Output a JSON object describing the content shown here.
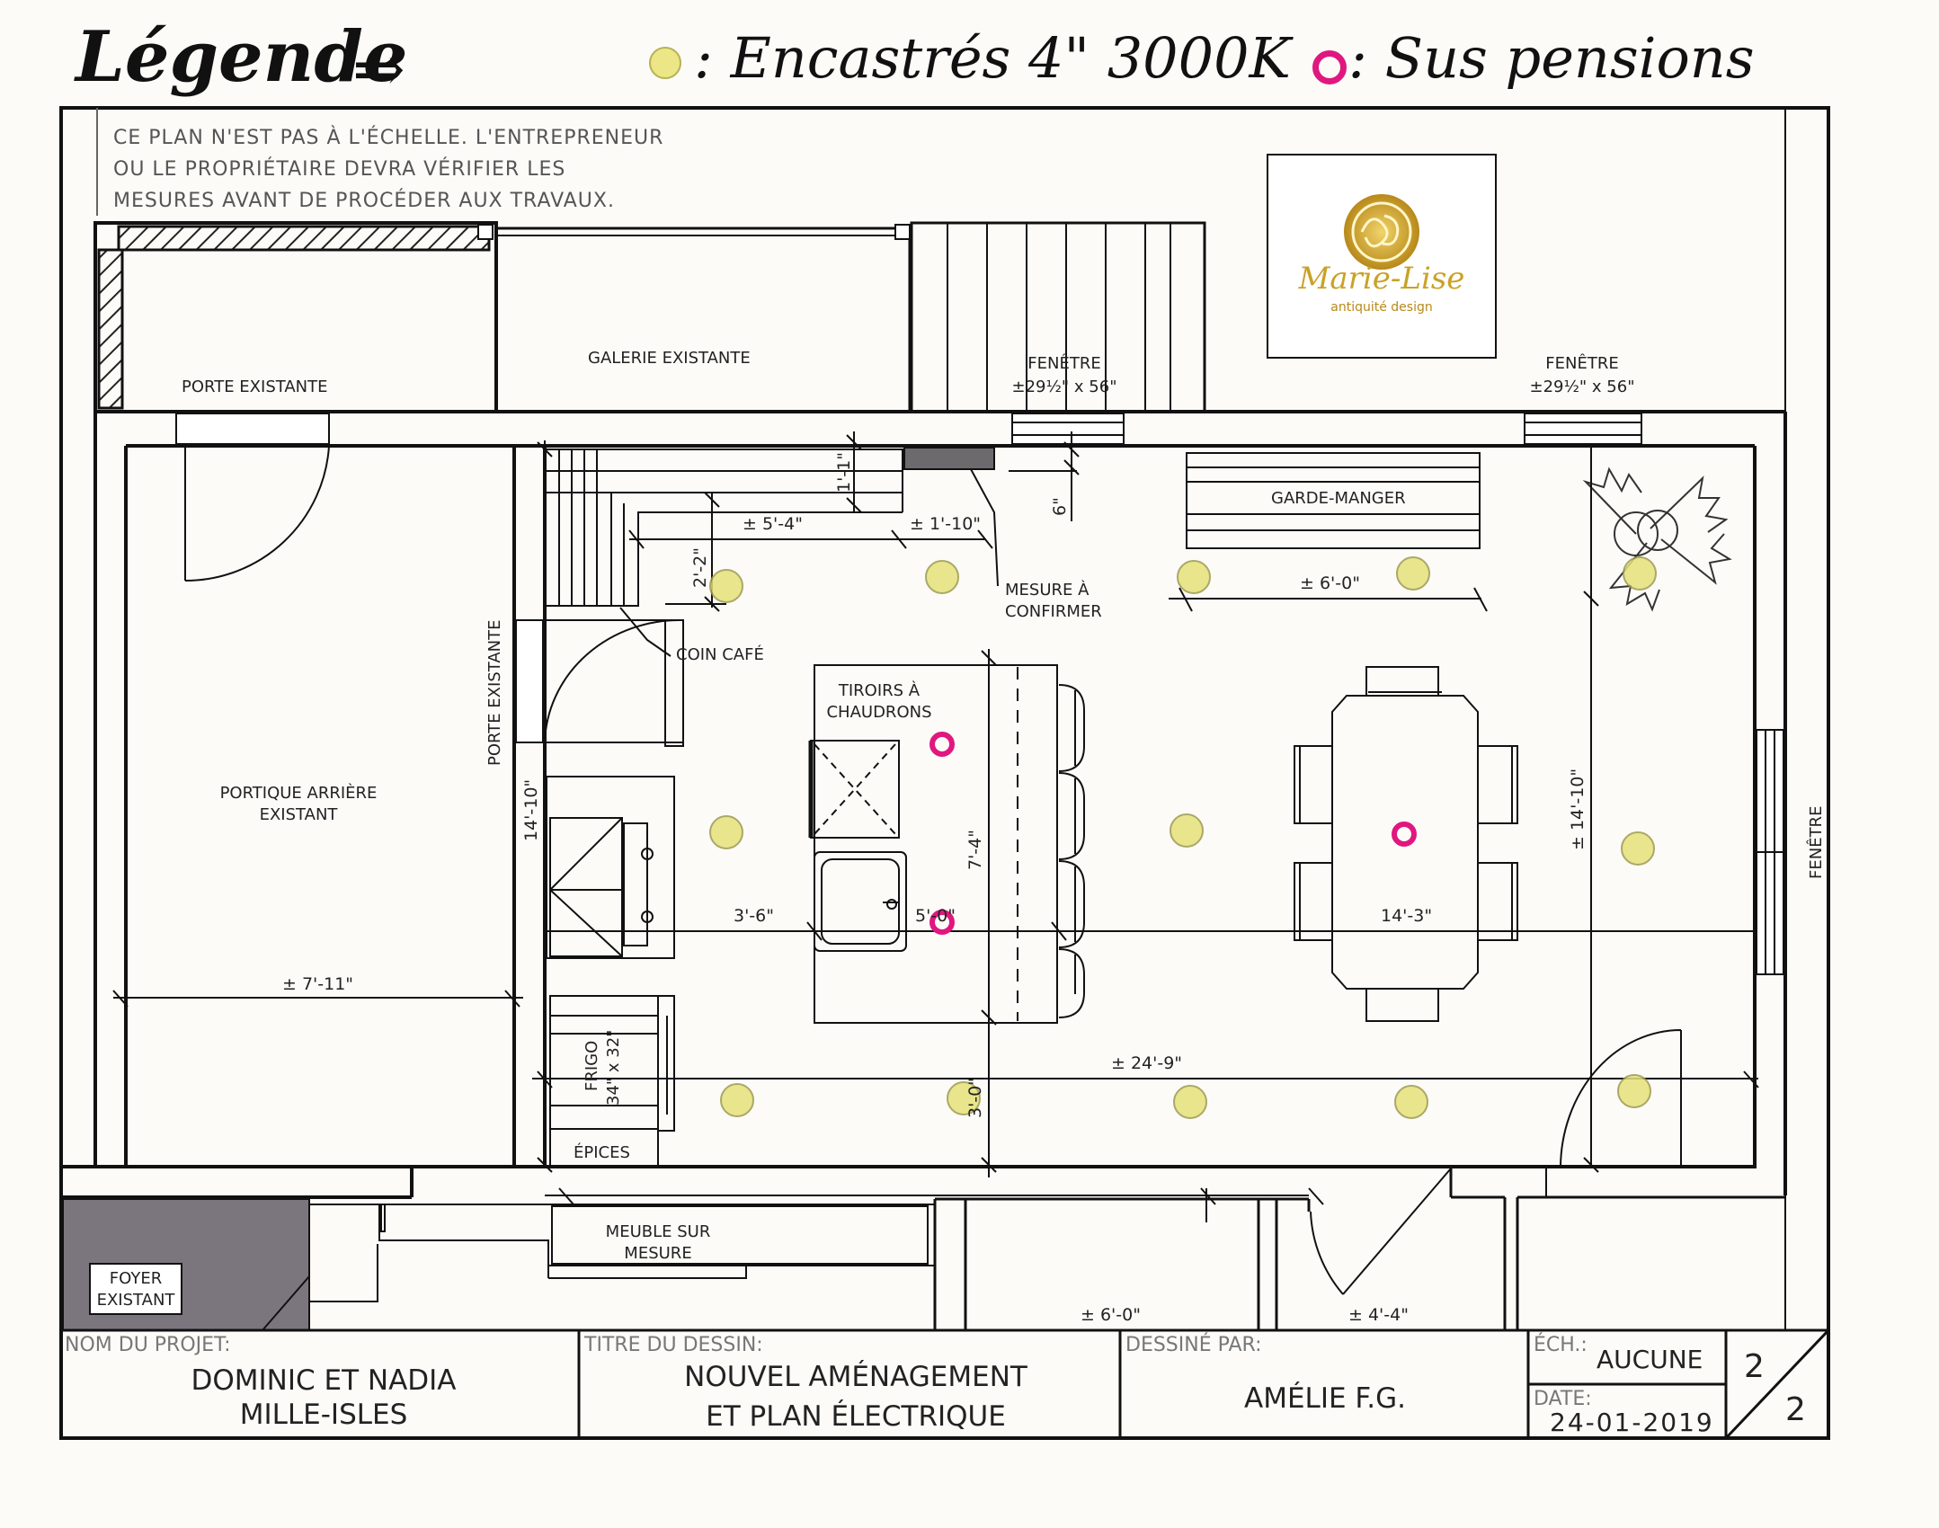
{
  "legend": {
    "title": "Légende",
    "arrow": "⇒",
    "recessed_label": ": Encastrés 4\" 3000K",
    "pendant_label": ": Sus pensions",
    "recessed_color": "#e6e27a",
    "pendant_color": "#e0177f"
  },
  "note": {
    "line1": "CE PLAN N'EST PAS À L'ÉCHELLE. L'ENTREPRENEUR",
    "line2": "OU LE PROPRIÉTAIRE DEVRA VÉRIFIER LES",
    "line3": "MESURES AVANT DE PROCÉDER AUX TRAVAUX."
  },
  "logo": {
    "name": "Marie-Lise",
    "tagline": "antiquité design",
    "color": "#c9a227"
  },
  "labels": {
    "porte_existante_top": "PORTE EXISTANTE",
    "galerie": "GALERIE EXISTANTE",
    "fenetre": "FENÊTRE",
    "fenetre_size": "±29½\" x 56\"",
    "fenetre_side": "FENÊTRE",
    "garde_manger": "GARDE-MANGER",
    "mesure_confirmer_1": "MESURE À",
    "mesure_confirmer_2": "CONFIRMER",
    "coin_cafe": "COIN CAFÉ",
    "porte_existante_side": "PORTE EXISTANTE",
    "portique_1": "PORTIQUE ARRIÈRE",
    "portique_2": "EXISTANT",
    "tiroirs_1": "TIROIRS À",
    "tiroirs_2": "CHAUDRONS",
    "frigo": "FRIGO",
    "frigo_size": "34\" x 32\"",
    "epices": "ÉPICES",
    "meuble_1": "MEUBLE SUR",
    "meuble_2": "MESURE",
    "foyer_1": "FOYER",
    "foyer_2": "EXISTANT"
  },
  "dimensions": {
    "d_1_1": "1'-1\"",
    "d_6": "6\"",
    "d_5_4": "± 5'-4\"",
    "d_1_10": "± 1'-10\"",
    "d_2_2": "2'-2\"",
    "d_6_0_top": "± 6'-0\"",
    "d_14_10_left": "14'-10\"",
    "d_14_10_right": "± 14'-10\"",
    "d_7_4": "7'-4\"",
    "d_3_6": "3'-6\"",
    "d_5_0": "5'-0\"",
    "d_14_3": "14'-3\"",
    "d_7_11": "± 7'-11\"",
    "d_24_9": "± 24'-9\"",
    "d_3_0": "3'-0\"",
    "d_6_0_bottom": "± 6'-0\"",
    "d_4_4": "± 4'-4\""
  },
  "title_block": {
    "project_label": "NOM DU PROJET:",
    "project_line1": "DOMINIC ET NADIA",
    "project_line2": "MILLE-ISLES",
    "drawing_label": "TITRE DU DESSIN:",
    "drawing_line1": "NOUVEL AMÉNAGEMENT",
    "drawing_line2": "ET PLAN ÉLECTRIQUE",
    "drawn_label": "DESSINÉ PAR:",
    "drawn_by": "AMÉLIE F.G.",
    "scale_label": "ÉCH.:",
    "scale": "AUCUNE",
    "date_label": "DATE:",
    "date": "24-01-2019",
    "sheet": "2",
    "total": "2"
  },
  "icons": [
    "recessed-light-icon",
    "pendant-light-icon",
    "fireplace-icon",
    "sink-icon",
    "cooktop-icon",
    "plant-icon",
    "logo-icon"
  ]
}
